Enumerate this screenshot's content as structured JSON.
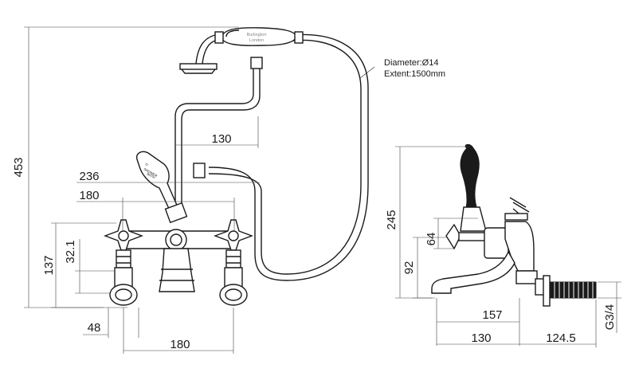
{
  "annotations": {
    "hose_diameter": "Diameter:Ø14",
    "hose_extent": "Extent:1500mm",
    "handset_brand": "Burlington",
    "handset_city": "London",
    "diverter_label_1": "SHOWER",
    "diverter_label_2": "BATH",
    "diverter_label_0": "O"
  },
  "dimensions": {
    "total_height": "453",
    "handset_offset": "130",
    "width_overall": "236",
    "width_handles": "180",
    "height_body": "137",
    "height_inlet": "32.1",
    "leg_width": "48",
    "centers": "180",
    "side_height": "245",
    "side_spout_height": "92",
    "side_handle_height": "64",
    "side_spout_length": "157",
    "side_depth": "130",
    "side_leg": "124.5",
    "thread": "G3/4"
  },
  "colors": {
    "line": "#1a1a1a",
    "background": "#ffffff"
  }
}
